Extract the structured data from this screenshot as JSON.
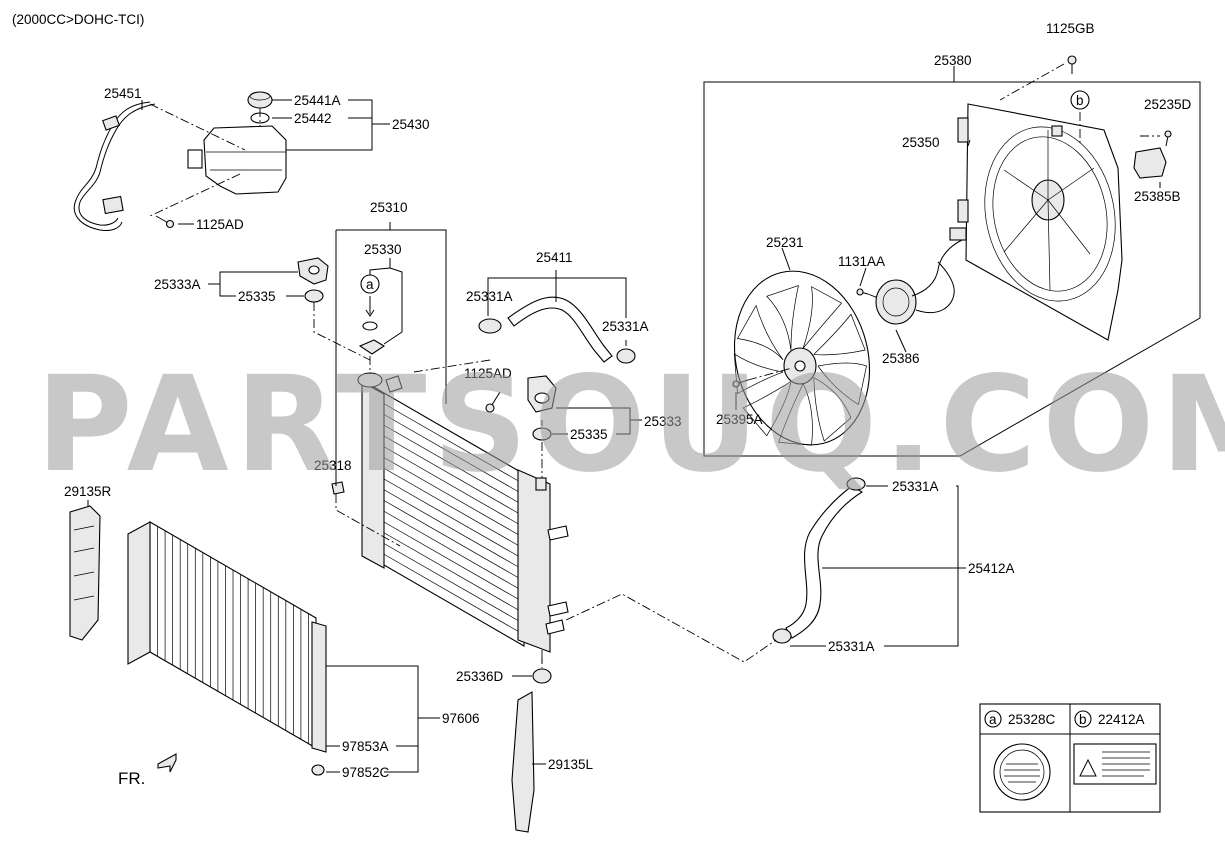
{
  "header": {
    "engine": "(2000CC>DOHC-TCI)"
  },
  "watermark": "PARTSOUQ.COM",
  "callouts": {
    "p25451": "25451",
    "p25441A": "25441A",
    "p25442": "25442",
    "p25430": "25430",
    "p1125AD_top": "1125AD",
    "p25310": "25310",
    "p25330": "25330",
    "p25333A": "25333A",
    "p25335_left": "25335",
    "p25411": "25411",
    "p25331A_a": "25331A",
    "p25331A_b": "25331A",
    "p1125AD_mid": "1125AD",
    "p25333": "25333",
    "p25335_right": "25335",
    "p25318": "25318",
    "p29135R": "29135R",
    "p25336D": "25336D",
    "p97606": "97606",
    "p97853A": "97853A",
    "p97852C": "97852C",
    "p29135L": "29135L",
    "fr": "FR.",
    "p1125GB": "1125GB",
    "p25380": "25380",
    "p25235D": "25235D",
    "p25350": "25350",
    "p25385B": "25385B",
    "p25231": "25231",
    "p1131AA": "1131AA",
    "p25386": "25386",
    "p25395A": "25395A",
    "p25331A_c": "25331A",
    "p25412A": "25412A",
    "p25331A_d": "25331A"
  },
  "circle_markers": {
    "a": "a",
    "b": "b"
  },
  "legend": {
    "a": {
      "marker": "a",
      "part": "25328C"
    },
    "b": {
      "marker": "b",
      "part": "22412A"
    }
  }
}
